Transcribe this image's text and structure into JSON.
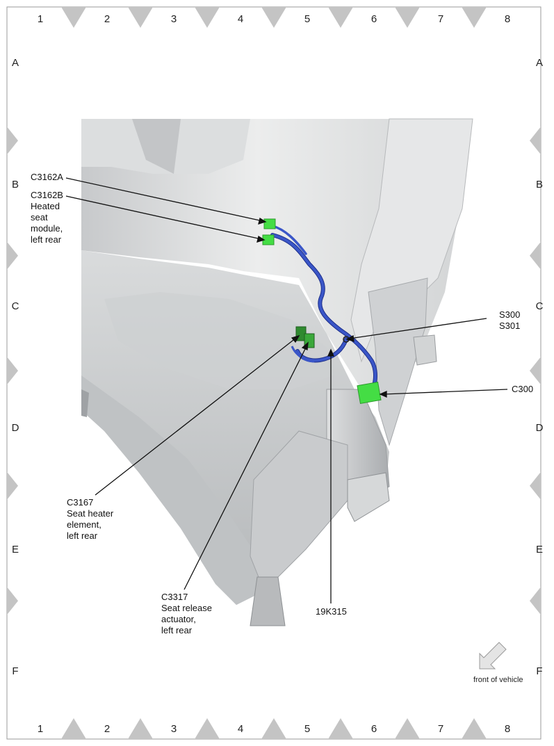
{
  "grid": {
    "columns": [
      "1",
      "2",
      "3",
      "4",
      "5",
      "6",
      "7",
      "8"
    ],
    "rows": [
      "A",
      "B",
      "C",
      "D",
      "E",
      "F"
    ]
  },
  "callouts": [
    {
      "id": "c3162a",
      "lines": [
        "C3162A"
      ]
    },
    {
      "id": "c3162b",
      "lines": [
        "C3162B",
        "Heated",
        "seat",
        "module,",
        "left rear"
      ]
    },
    {
      "id": "s300",
      "lines": [
        "S300",
        "S301"
      ]
    },
    {
      "id": "c300",
      "lines": [
        "C300"
      ]
    },
    {
      "id": "c3167",
      "lines": [
        "C3167",
        "Seat heater",
        "element,",
        "left rear"
      ]
    },
    {
      "id": "c3317",
      "lines": [
        "C3317",
        "Seat release",
        "actuator,",
        "left rear"
      ]
    },
    {
      "id": "harness",
      "lines": [
        "19K315"
      ]
    }
  ],
  "orientation": {
    "label": "front of vehicle",
    "icon": "arrow-down-left-icon"
  },
  "colors": {
    "harness": "#3a56c8",
    "connector": "#44dd44",
    "connector_dark": "#2d9a2d"
  }
}
